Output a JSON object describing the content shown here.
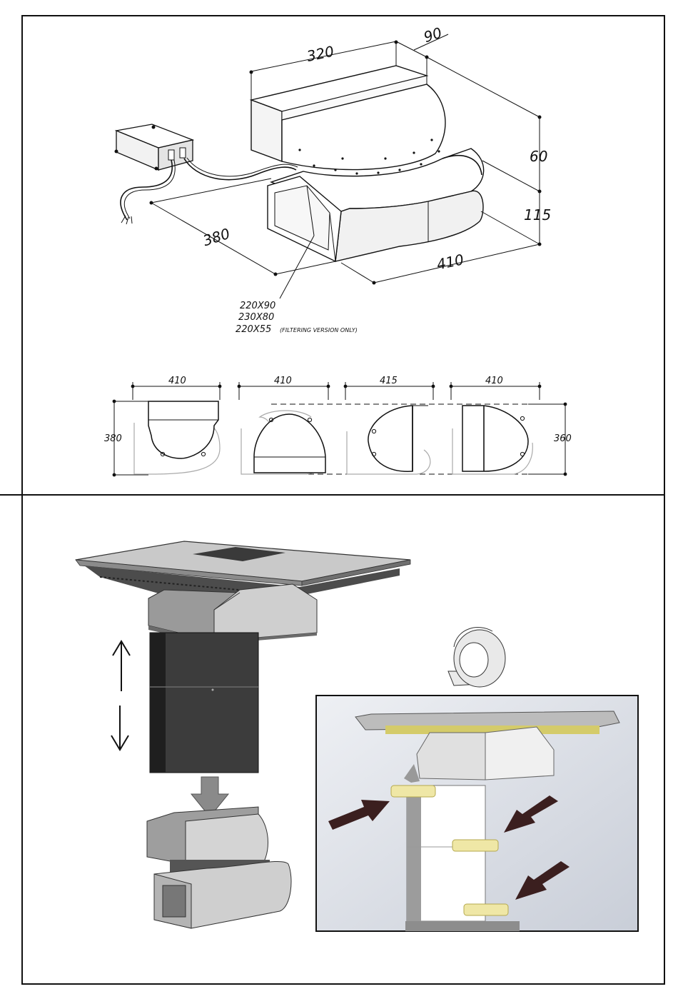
{
  "top_diagram": {
    "dimensions": {
      "width_top": "320",
      "depth_top": "90",
      "height_upper": "60",
      "height_lower": "115",
      "length_side": "380",
      "length_front": "410"
    },
    "outlet_sizes": [
      "220X90",
      "230X80",
      "220X55"
    ],
    "outlet_note": "(FILTERING VERSION ONLY)"
  },
  "orientations": {
    "widths": [
      "410",
      "410",
      "415",
      "410"
    ],
    "height_left": "380",
    "height_right": "360"
  },
  "colors": {
    "line": "#111111",
    "metal_light": "#e6e6e6",
    "metal_mid": "#bdbdbd",
    "metal_dark": "#6f6f6f",
    "duct_dark": "#3c3c3c",
    "tape_yellow": "#efe7a6",
    "arrow_dark": "#3b1f1f",
    "inset_bg": "#dfe3ea"
  }
}
